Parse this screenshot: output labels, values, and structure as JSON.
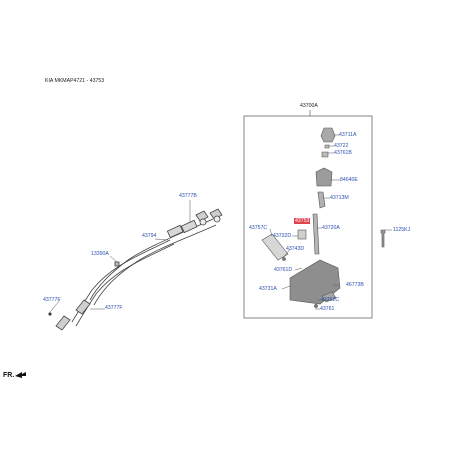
{
  "header": {
    "title": "KIA MKMAP4721 - 43753"
  },
  "colors": {
    "label": "#2a4fb0",
    "highlight": "#e0454f",
    "line": "#333333",
    "part": "#9a9a9a"
  },
  "direction_marker": {
    "label": "FR.",
    "icon": "arrow-icon"
  },
  "assembly_label": "43700A",
  "highlighted_part": "43753",
  "labels": {
    "l43711A": "43711A",
    "l43722": "43722",
    "l43761B": "43761B",
    "l84640E": "84640E",
    "l43713M": "43713M",
    "l43720A": "43720A",
    "l43757C": "43757C",
    "l43732D": "43732D",
    "l43743D": "43743D",
    "l43761D": "43761D",
    "l46773B": "46773B",
    "l43731A": "43731A",
    "l43762C": "43762C",
    "l43761": "43761",
    "l43777B": "43777B",
    "l43794": "43794",
    "l13390A": "13390A",
    "l43777F_1": "43777F",
    "l43777F_2": "43777F",
    "l1125KJ": "1125KJ"
  }
}
